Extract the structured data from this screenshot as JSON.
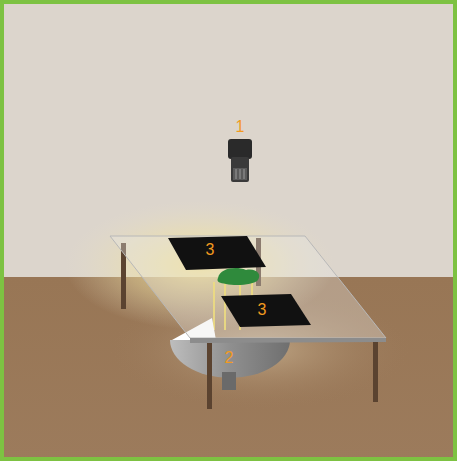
{
  "diagram": {
    "labels": [
      "1",
      "3",
      "3",
      "2"
    ]
  }
}
